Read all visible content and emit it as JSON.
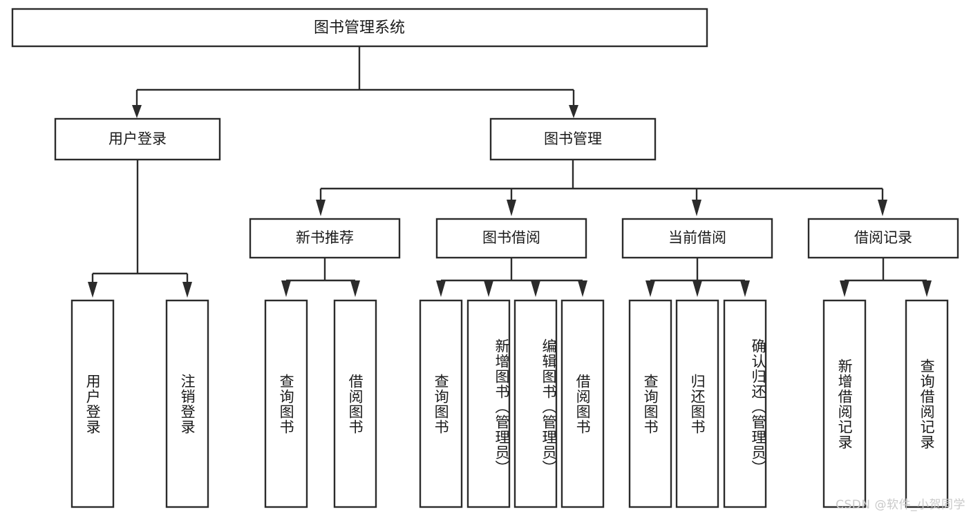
{
  "diagram": {
    "type": "tree-hierarchy",
    "title": "图书管理系统",
    "watermark": "CSDN @软件_小贺同学",
    "colors": {
      "stroke": "#2b2b2b",
      "box_fill": "#ffffff",
      "text": "#1a1a1a",
      "background": "#ffffff",
      "watermark": "#c9c9c9"
    },
    "levels": {
      "root": {
        "label": "图书管理系统"
      },
      "level2": [
        {
          "id": "user-login",
          "label": "用户登录"
        },
        {
          "id": "book-manage",
          "label": "图书管理"
        }
      ],
      "level3": [
        {
          "id": "new-book-recommend",
          "label": "新书推荐",
          "parent": "book-manage"
        },
        {
          "id": "book-borrow",
          "label": "图书借阅",
          "parent": "book-manage"
        },
        {
          "id": "current-borrow",
          "label": "当前借阅",
          "parent": "book-manage"
        },
        {
          "id": "borrow-record",
          "label": "借阅记录",
          "parent": "book-manage"
        }
      ],
      "leaves": [
        {
          "id": "leaf-user-login",
          "label": "用户登录",
          "parent": "user-login"
        },
        {
          "id": "leaf-logout",
          "label": "注销登录",
          "parent": "user-login"
        },
        {
          "id": "leaf-query-book-1",
          "label": "查询图书",
          "parent": "new-book-recommend"
        },
        {
          "id": "leaf-borrow-book-1",
          "label": "借阅图书",
          "parent": "new-book-recommend"
        },
        {
          "id": "leaf-query-book-2",
          "label": "查询图书",
          "parent": "book-borrow"
        },
        {
          "id": "leaf-add-book",
          "label": "新增图书（管理员）",
          "parent": "book-borrow"
        },
        {
          "id": "leaf-edit-book",
          "label": "编辑图书（管理员）",
          "parent": "book-borrow"
        },
        {
          "id": "leaf-borrow-book-2",
          "label": "借阅图书",
          "parent": "book-borrow"
        },
        {
          "id": "leaf-query-book-3",
          "label": "查询图书",
          "parent": "current-borrow"
        },
        {
          "id": "leaf-return-book",
          "label": "归还图书",
          "parent": "current-borrow"
        },
        {
          "id": "leaf-confirm-return",
          "label": "确认归还（管理员）",
          "parent": "current-borrow"
        },
        {
          "id": "leaf-add-record",
          "label": "新增借阅记录",
          "parent": "borrow-record"
        },
        {
          "id": "leaf-query-record",
          "label": "查询借阅记录",
          "parent": "borrow-record"
        }
      ]
    }
  }
}
